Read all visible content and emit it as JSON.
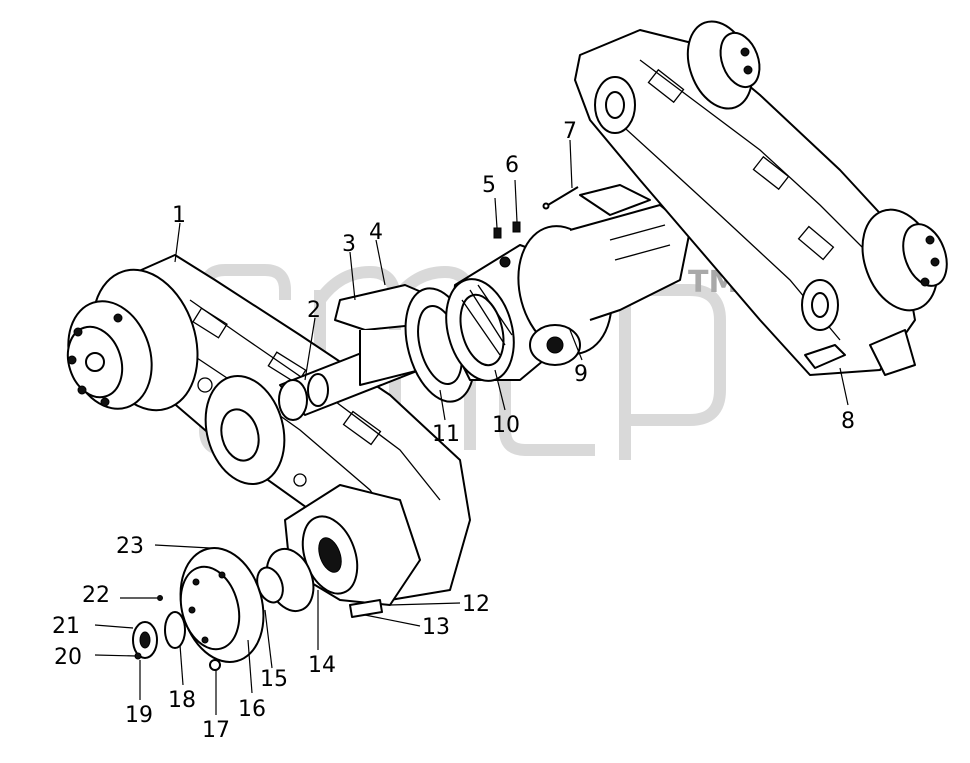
{
  "diagram": {
    "type": "exploded-parts-view",
    "subject": "tandem drive axle / balance suspension assembly",
    "watermark": {
      "trademark": "TM"
    },
    "callouts": [
      {
        "id": "c1",
        "label": "1"
      },
      {
        "id": "c2",
        "label": "2"
      },
      {
        "id": "c3",
        "label": "3"
      },
      {
        "id": "c4",
        "label": "4"
      },
      {
        "id": "c5",
        "label": "5"
      },
      {
        "id": "c6",
        "label": "6"
      },
      {
        "id": "c7",
        "label": "7"
      },
      {
        "id": "c8",
        "label": "8"
      },
      {
        "id": "c9",
        "label": "9"
      },
      {
        "id": "c10",
        "label": "10"
      },
      {
        "id": "c11",
        "label": "11"
      },
      {
        "id": "c12",
        "label": "12"
      },
      {
        "id": "c13",
        "label": "13"
      },
      {
        "id": "c14",
        "label": "14"
      },
      {
        "id": "c15",
        "label": "15"
      },
      {
        "id": "c16",
        "label": "16"
      },
      {
        "id": "c17",
        "label": "17"
      },
      {
        "id": "c18",
        "label": "18"
      },
      {
        "id": "c19",
        "label": "19"
      },
      {
        "id": "c20",
        "label": "20"
      },
      {
        "id": "c21",
        "label": "21"
      },
      {
        "id": "c22",
        "label": "22"
      },
      {
        "id": "c23",
        "label": "23"
      }
    ]
  }
}
